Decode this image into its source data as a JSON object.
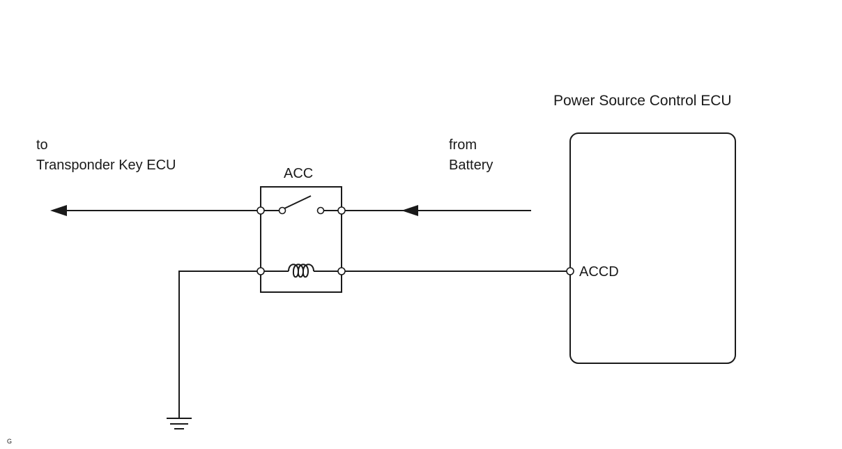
{
  "labels": {
    "to_line1": "to",
    "to_line2": "Transponder Key ECU",
    "relay_name": "ACC",
    "from_line1": "from",
    "from_line2": "Battery",
    "ecu_title": "Power Source Control ECU",
    "ecu_terminal": "ACCD",
    "corner_mark": "G"
  }
}
